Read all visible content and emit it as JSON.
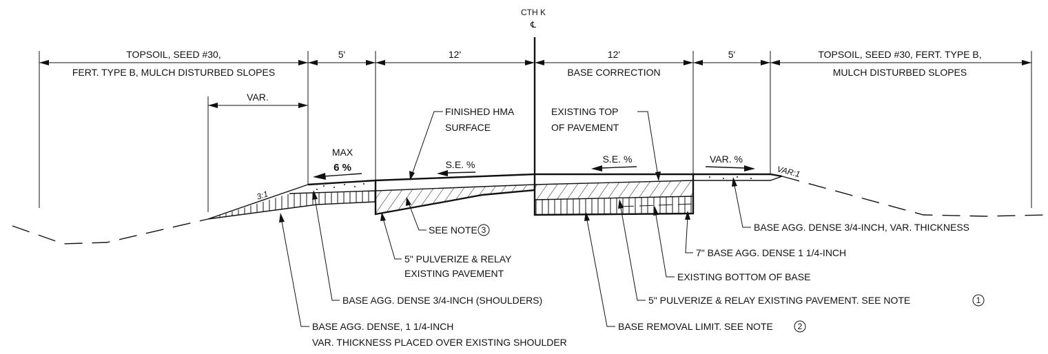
{
  "centerline": {
    "route": "CTH K",
    "symbol": "℄"
  },
  "dimensions": {
    "left_topsoil": [
      "TOPSOIL, SEED #30,",
      "FERT. TYPE B, MULCH DISTURBED SLOPES"
    ],
    "left_shoulder": "5'",
    "left_lane": "12'",
    "right_lane": "12'",
    "right_lane_sub": "BASE CORRECTION",
    "right_shoulder": "5'",
    "right_topsoil": [
      "TOPSOIL, SEED #30, FERT. TYPE B,",
      "MULCH DISTURBED SLOPES"
    ],
    "var": "VAR."
  },
  "slopes": {
    "max_label": "MAX",
    "max_value": "6 %",
    "se_left": "S.E. %",
    "se_right": "S.E. %",
    "var_pct": "VAR. %",
    "fore_slope": "3:1",
    "back_slope": "VAR:1"
  },
  "callouts": {
    "finished_hma": [
      "FINISHED HMA",
      "SURFACE"
    ],
    "existing_top": [
      "EXISTING TOP",
      "OF PAVEMENT"
    ],
    "see_note_3": {
      "text": "SEE NOTE",
      "note": "3"
    },
    "base_agg_var": "BASE AGG. DENSE 3/4-INCH, VAR. THICKNESS",
    "base_agg_7in": "7\" BASE AGG. DENSE 1 1/4-INCH",
    "pulverize_left": [
      "5\" PULVERIZE & RELAY",
      "EXISTING PAVEMENT"
    ],
    "existing_bottom": "EXISTING BOTTOM OF BASE",
    "shoulders": "BASE AGG. DENSE 3/4-INCH (SHOULDERS)",
    "pulverize_right": {
      "text": "5\" PULVERIZE & RELAY EXISTING PAVEMENT. SEE NOTE",
      "note": "1"
    },
    "base_removal": {
      "text": "BASE REMOVAL LIMIT. SEE NOTE",
      "note": "2"
    },
    "base_agg_shoulder": [
      "BASE AGG. DENSE, 1 1/4-INCH",
      "VAR. THICKNESS PLACED OVER EXISTING SHOULDER"
    ]
  }
}
